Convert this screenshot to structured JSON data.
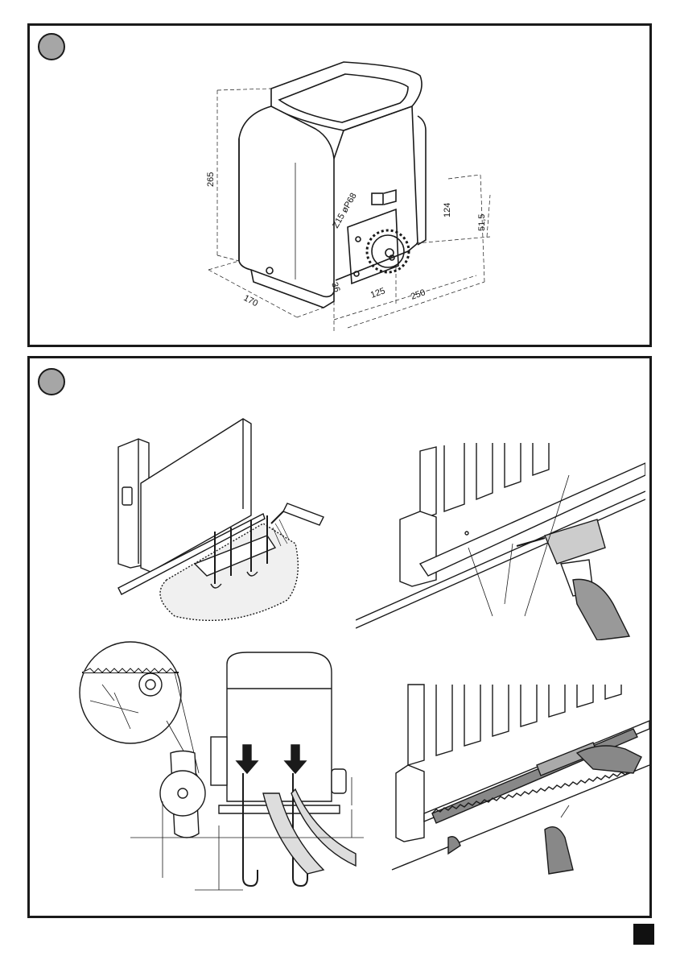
{
  "figure1": {
    "dimensions": {
      "height": "265",
      "depth": "170",
      "length": "250",
      "pinion_spacing": "125",
      "pinion_height": "124",
      "base_height": "51,5",
      "offset": "36",
      "pinion_spec": "Z15 øP68"
    }
  },
  "colors": {
    "marker_fill": "#a6a6a6",
    "line": "#1a1a1a"
  }
}
